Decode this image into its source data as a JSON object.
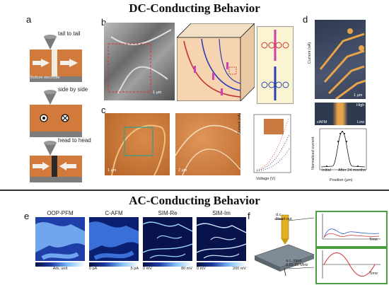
{
  "titles": {
    "dc": "DC-Conducting Behavior",
    "ac": "AC-Conducting Behavior"
  },
  "panel_labels": {
    "a": "a",
    "b": "b",
    "c": "c",
    "d": "d",
    "e": "e",
    "f": "f"
  },
  "panel_a": {
    "configs": [
      "tail to tail",
      "side by side",
      "head to head"
    ],
    "electrode_label": "Bottom electrode"
  },
  "panel_b": {
    "scale": "1 μm"
  },
  "panel_c": {
    "scale1": "1 μm",
    "scale2": "2 μm",
    "chart_axes": {
      "xlabel": "Voltage (V)",
      "ylabel": "Current (nA)"
    }
  },
  "panel_d": {
    "ylabel_top": "Current (nA)",
    "scale": "1 μm",
    "cafm": "cAFM",
    "high": "High",
    "low": "Low",
    "chart_ylabel": "Normalized current",
    "chart_xlabel": "Position (μm)",
    "legend": [
      "Initial",
      "After 24 months"
    ]
  },
  "panel_e": {
    "maps": [
      {
        "title": "OOP-PFM",
        "cb_left": "",
        "cb_right": "",
        "cb_center": "Arb. unit"
      },
      {
        "title": "C-AFM",
        "cb_left": "0 pA",
        "cb_right": "5 pA",
        "cb_center": ""
      },
      {
        "title": "SIM-Re",
        "cb_left": "0 mV",
        "cb_right": "80 mV",
        "cb_center": ""
      },
      {
        "title": "SIM-Im",
        "cb_left": "0 mV",
        "cb_right": "200 mV",
        "cb_center": ""
      }
    ]
  },
  "panel_f": {
    "dc_label": "d.c.",
    "readout": "Read-out",
    "ac_label": "a.c. input",
    "freq": "0.01-20 MHz",
    "time1": "Time",
    "time2": "Time"
  }
}
